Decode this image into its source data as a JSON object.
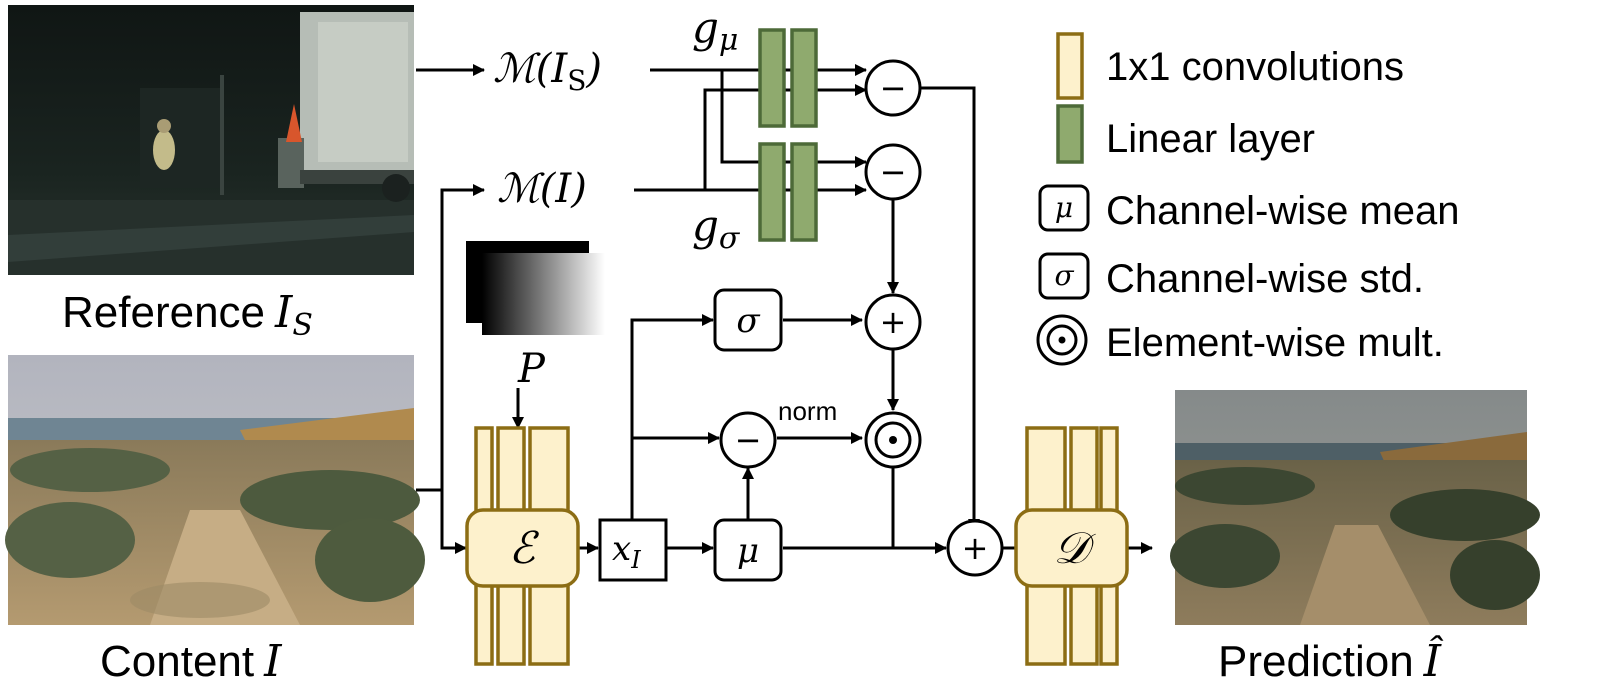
{
  "images": {
    "reference_caption_word": "Reference",
    "reference_caption_symbol": "I",
    "reference_caption_sub": "S",
    "content_caption_word": "Content",
    "content_caption_symbol": "I",
    "prediction_caption_word": "Prediction",
    "prediction_caption_symbol": "Î"
  },
  "blocks": {
    "m_is_head": "ℳ(",
    "m_is_var": "I",
    "m_is_sub": "S",
    "m_is_tail": ")",
    "m_i_head": "ℳ(",
    "m_i_var": "I",
    "m_i_tail": ")",
    "g_mu_letter": "g",
    "g_mu_sub": "μ",
    "g_sigma_letter": "g",
    "g_sigma_sub": "σ",
    "encoder": "ℰ",
    "decoder": "𝒟",
    "x_letter": "x",
    "x_sub": "I",
    "mu_box": "μ",
    "sigma_box": "σ",
    "mask_label": "P",
    "norm_label": "norm"
  },
  "operators": {
    "minus": "−",
    "plus": "+"
  },
  "legend": {
    "conv_label": "1x1 convolutions",
    "linear_label": "Linear layer",
    "mean_symbol": "μ",
    "mean_label": "Channel-wise mean",
    "std_symbol": "σ",
    "std_label": "Channel-wise std.",
    "mult_label": "Element-wise mult."
  },
  "colors": {
    "conv_fill": "#fdf1cc",
    "conv_stroke": "#8c6d14",
    "linear_fill": "#8faa6e",
    "linear_stroke": "#4d6a38"
  }
}
